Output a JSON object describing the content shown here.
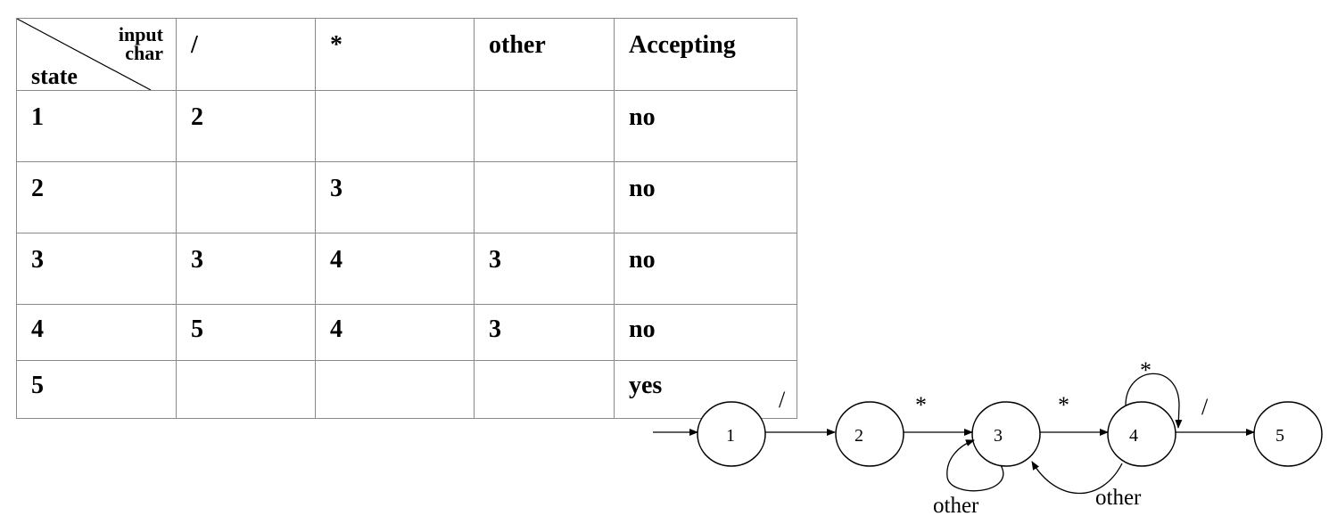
{
  "table": {
    "corner": {
      "column_heading_line1": "input",
      "column_heading_line2": "char",
      "row_heading": "state"
    },
    "columns": [
      "/",
      "*",
      "other",
      "Accepting"
    ],
    "rows": [
      {
        "state": "1",
        "slash": "2",
        "star": "",
        "other": "",
        "accepting": "no"
      },
      {
        "state": "2",
        "slash": "",
        "star": "3",
        "other": "",
        "accepting": "no"
      },
      {
        "state": "3",
        "slash": "3",
        "star": "4",
        "other": "3",
        "accepting": "no"
      },
      {
        "state": "4",
        "slash": "5",
        "star": "4",
        "other": "3",
        "accepting": "no"
      },
      {
        "state": "5",
        "slash": "",
        "star": "",
        "other": "",
        "accepting": "yes"
      }
    ]
  },
  "diagram": {
    "states": [
      "1",
      "2",
      "3",
      "4",
      "5"
    ],
    "edge_labels": {
      "e1_2": "/",
      "e2_3": "*",
      "e3_4": "*",
      "e4_4": "*",
      "e4_5": "/",
      "e3_3": "other",
      "e4_3": "other"
    }
  }
}
